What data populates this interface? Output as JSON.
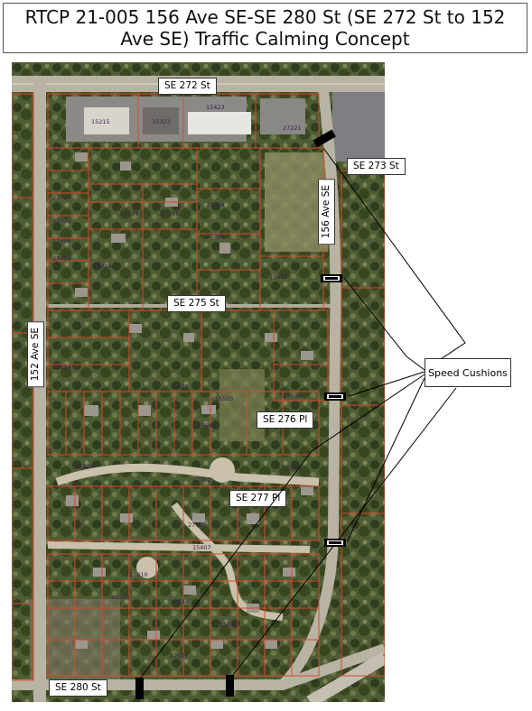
{
  "title": "RTCP 21-005 156 Ave SE-SE 280 St (SE 272 St to 152 Ave SE) Traffic Calming Concept",
  "streets": {
    "se272": "SE 272 St",
    "se273": "SE 273 St",
    "ave156": "156 Ave SE",
    "se275": "SE 275 St",
    "ave152": "152 Ave SE",
    "se276": "SE 276 Pl",
    "se277": "SE 277 Pl",
    "se280": "SE 280 St"
  },
  "callout": "Speed Cushions",
  "parcels": [
    "15215",
    "15323",
    "15423",
    "27221",
    "27724",
    "27334",
    "27414",
    "15224",
    "27524",
    "27408",
    "15239",
    "27315",
    "27304",
    "27329",
    "15505",
    "15516",
    "15415",
    "27606",
    "27642",
    "15226",
    "27702",
    "27722",
    "27810",
    "27834",
    "27917",
    "15521",
    "15437",
    "15300",
    "15407"
  ],
  "colors": {
    "parcel_line": "#d9492a",
    "road": "#b9b39f",
    "vegetation": "#3f4f2a"
  }
}
